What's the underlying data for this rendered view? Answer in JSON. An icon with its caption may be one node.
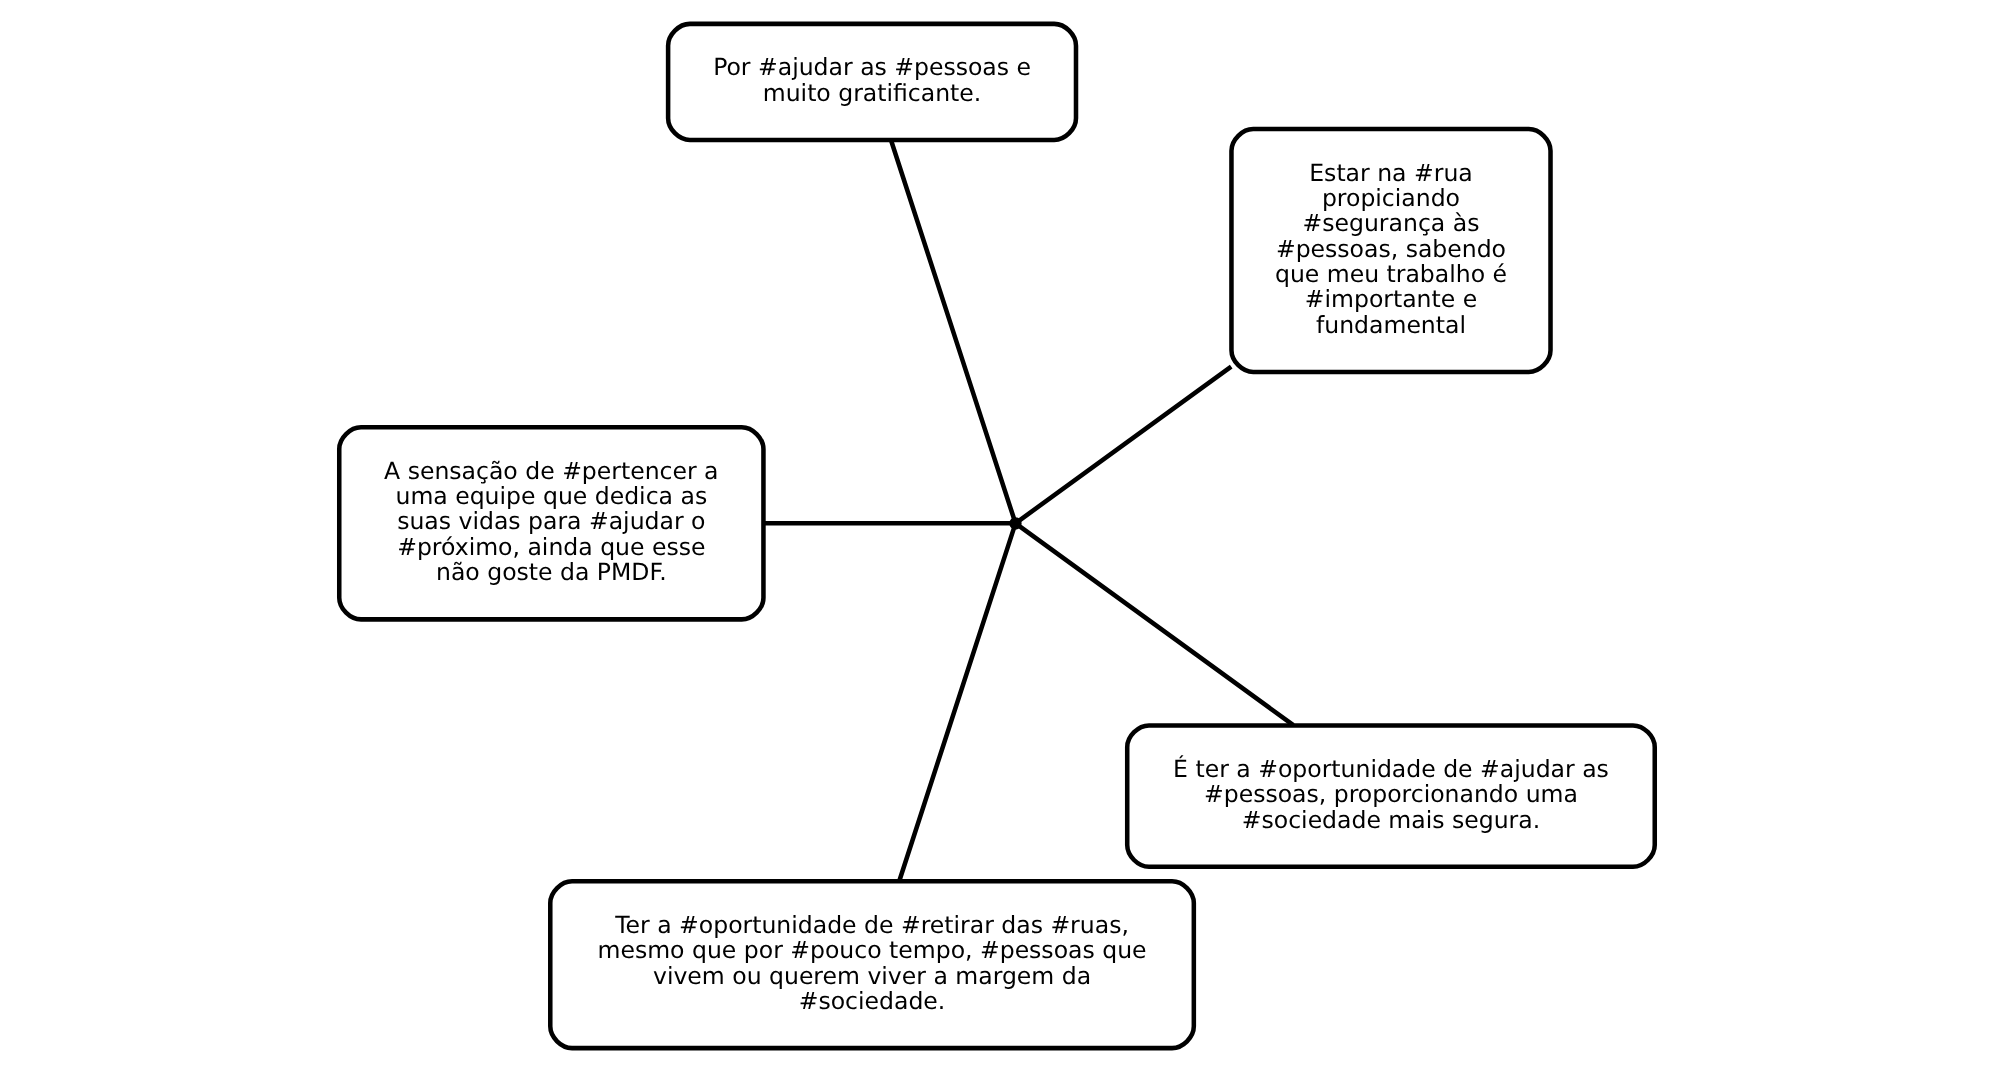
{
  "diagram": {
    "nodes": [
      {
        "text": [
          "Estar na #rua propiciando #segurança às #pessoas, sabendo que meu trabalho é #importante e fundamental"
        ]
      },
      {
        "text": [
          "Por #ajudar as #pessoas e muito gratificante."
        ]
      },
      {
        "text": [
          "A sensação de #pertencer a uma equipe que dedica as suas vidas para #ajudar o #próximo, ainda que esse não goste da PMDF."
        ]
      },
      {
        "text": [
          "Ter a #oportunidade de #retirar das #ruas, mesmo que por #pouco tempo, #pessoas que vivem ou querem viver a margem da #sociedade."
        ]
      },
      {
        "text": [
          "É ter a #oportunidade de #ajudar as #pessoas, proporcionando uma #sociedade mais segura."
        ]
      },
      {
        "text": [],
        "shape": "point"
      }
    ],
    "edges": [
      {
        "from": 0,
        "to": 5,
        "arrow": "none"
      },
      {
        "from": 1,
        "to": 5,
        "arrow": "none"
      },
      {
        "from": 2,
        "to": 5,
        "arrow": "none"
      },
      {
        "from": 3,
        "to": 5,
        "arrow": "none"
      },
      {
        "from": 4,
        "to": 5,
        "arrow": "none"
      }
    ]
  }
}
